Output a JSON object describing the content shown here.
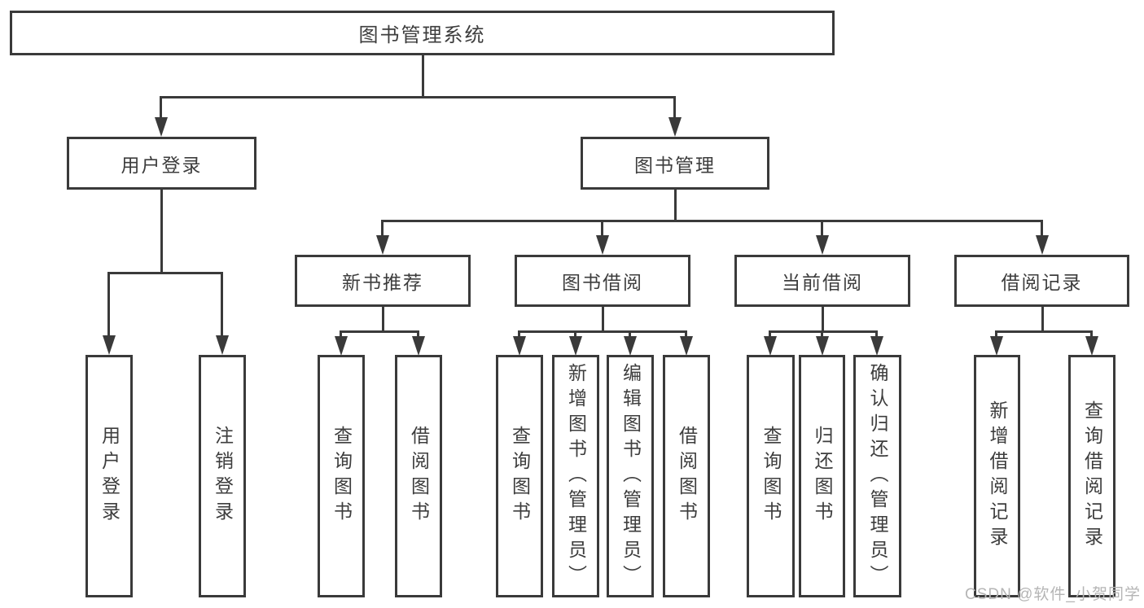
{
  "tree": {
    "root": {
      "label": "图书管理系统"
    },
    "level2": [
      {
        "label": "用户登录",
        "children": [
          {
            "label": "用户登录"
          },
          {
            "label": "注销登录"
          }
        ]
      },
      {
        "label": "图书管理",
        "children": [
          {
            "label": "新书推荐",
            "children": [
              {
                "label": "查询图书"
              },
              {
                "label": "借阅图书"
              }
            ]
          },
          {
            "label": "图书借阅",
            "children": [
              {
                "label": "查询图书"
              },
              {
                "label": "新增图书（管理员）"
              },
              {
                "label": "编辑图书（管理员）"
              },
              {
                "label": "借阅图书"
              }
            ]
          },
          {
            "label": "当前借阅",
            "children": [
              {
                "label": "查询图书"
              },
              {
                "label": "归还图书"
              },
              {
                "label": "确认归还（管理员）"
              }
            ]
          },
          {
            "label": "借阅记录",
            "children": [
              {
                "label": "新增借阅记录"
              },
              {
                "label": "查询借阅记录"
              }
            ]
          }
        ]
      }
    ]
  },
  "watermark": {
    "text": "CSDN @软件_小贺同学"
  },
  "colors": {
    "line": "#3a3a3a",
    "text": "#3d3d3d",
    "watermark": "#b5b5b5",
    "background": "#ffffff"
  }
}
